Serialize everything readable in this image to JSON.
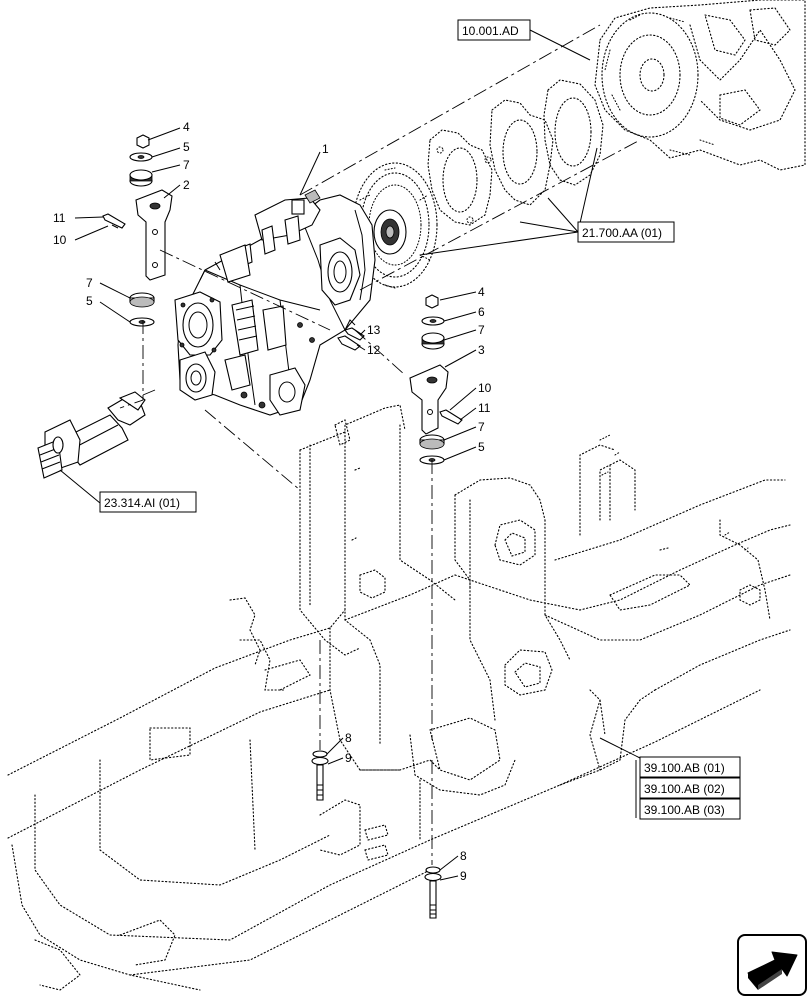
{
  "references": {
    "engine": "10.001.AD",
    "converter": "21.700.AA (01)",
    "driveshaft": "23.314.AI (01)",
    "frame": [
      "39.100.AB (01)",
      "39.100.AB (02)",
      "39.100.AB (03)"
    ]
  },
  "callouts": {
    "c1": "1",
    "c2": "2",
    "c3": "3",
    "c4a": "4",
    "c4b": "4",
    "c5a": "5",
    "c5b": "5",
    "c5c": "5",
    "c6": "6",
    "c7a": "7",
    "c7b": "7",
    "c7c": "7",
    "c7d": "7",
    "c8a": "8",
    "c8b": "8",
    "c9a": "9",
    "c9b": "9",
    "c10a": "10",
    "c10b": "10",
    "c11a": "11",
    "c11b": "11",
    "c12": "12",
    "c13": "13"
  },
  "icons": {
    "navigation": "navigation-arrow-icon"
  }
}
